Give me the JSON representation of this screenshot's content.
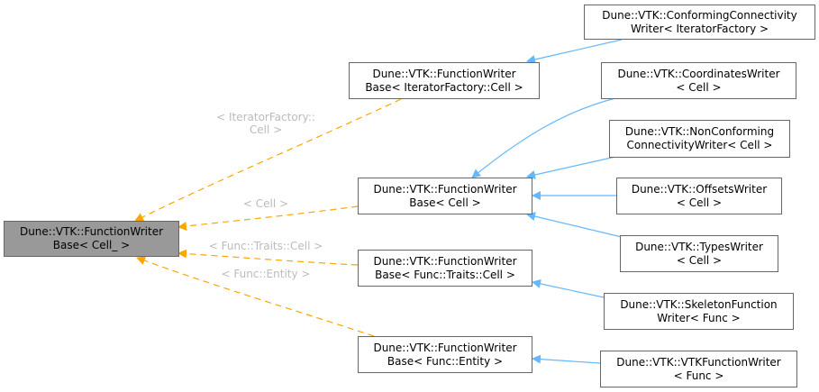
{
  "root": {
    "line1": "Dune::VTK::FunctionWriter",
    "line2": "Base< Cell_ >"
  },
  "bases": [
    {
      "line1": "Dune::VTK::FunctionWriter",
      "line2": "Base< IteratorFactory::Cell >",
      "edge_label1": "< IteratorFactory::",
      "edge_label2": "Cell >"
    },
    {
      "line1": "Dune::VTK::FunctionWriter",
      "line2": "Base< Cell >",
      "edge_label1": "< Cell >"
    },
    {
      "line1": "Dune::VTK::FunctionWriter",
      "line2": "Base< Func::Traits::Cell >",
      "edge_label1": "< Func::Traits::Cell >"
    },
    {
      "line1": "Dune::VTK::FunctionWriter",
      "line2": "Base< Func::Entity >",
      "edge_label1": "< Func::Entity >"
    }
  ],
  "leaves": [
    {
      "line1": "Dune::VTK::ConformingConnectivity",
      "line2": "Writer< IteratorFactory >"
    },
    {
      "line1": "Dune::VTK::CoordinatesWriter",
      "line2": "< Cell >"
    },
    {
      "line1": "Dune::VTK::NonConforming",
      "line2": "ConnectivityWriter< Cell >"
    },
    {
      "line1": "Dune::VTK::OffsetsWriter",
      "line2": "< Cell >"
    },
    {
      "line1": "Dune::VTK::TypesWriter",
      "line2": "< Cell >"
    },
    {
      "line1": "Dune::VTK::SkeletonFunction",
      "line2": "Writer< Func >"
    },
    {
      "line1": "Dune::VTK::VTKFunctionWriter",
      "line2": "< Func >"
    }
  ],
  "colors": {
    "template_edge": "#FFA500",
    "inherit_edge": "#63B8FF",
    "root_fill": "#999999"
  }
}
